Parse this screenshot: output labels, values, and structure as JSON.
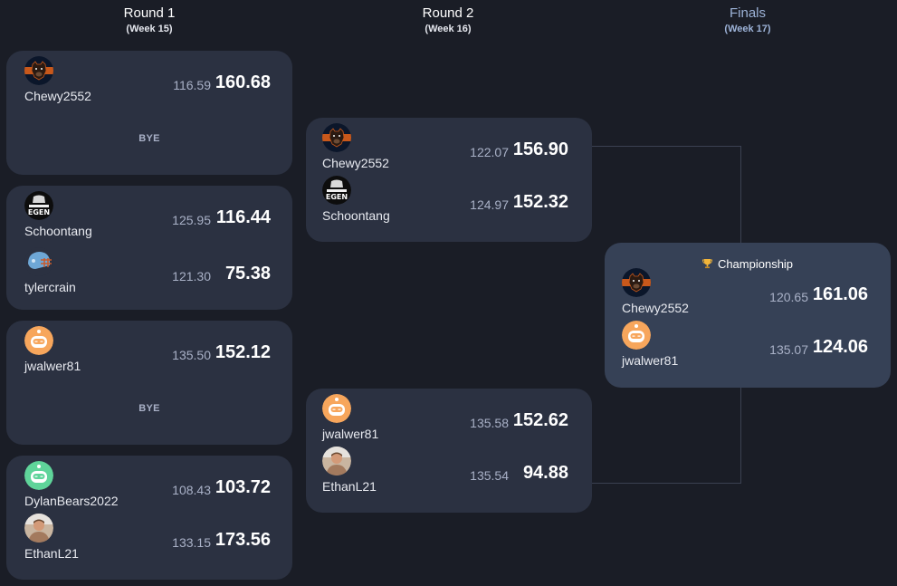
{
  "rounds": [
    {
      "title": "Round 1",
      "week": "(Week 15)"
    },
    {
      "title": "Round 2",
      "week": "(Week 16)"
    },
    {
      "title": "Finals",
      "week": "(Week 17)"
    }
  ],
  "bye_label": "BYE",
  "championship_label": "Championship",
  "round1": [
    {
      "top": {
        "name": "Chewy2552",
        "proj": "116.59",
        "score": "160.68",
        "avatar": "bears-logo-icon"
      }
    },
    {
      "top": {
        "name": "Schoontang",
        "proj": "125.95",
        "score": "116.44",
        "avatar": "legend-logo-icon"
      },
      "bottom": {
        "name": "tylercrain",
        "proj": "121.30",
        "score": "75.38",
        "avatar": "helmet-icon"
      }
    },
    {
      "top": {
        "name": "jwalwer81",
        "proj": "135.50",
        "score": "152.12",
        "avatar": "robot-orange-icon"
      }
    },
    {
      "top": {
        "name": "DylanBears2022",
        "proj": "108.43",
        "score": "103.72",
        "avatar": "robot-green-icon"
      },
      "bottom": {
        "name": "EthanL21",
        "proj": "133.15",
        "score": "173.56",
        "avatar": "person-photo-icon"
      }
    }
  ],
  "round2": [
    {
      "top": {
        "name": "Chewy2552",
        "proj": "122.07",
        "score": "156.90",
        "avatar": "bears-logo-icon"
      },
      "bottom": {
        "name": "Schoontang",
        "proj": "124.97",
        "score": "152.32",
        "avatar": "legend-logo-icon"
      }
    },
    {
      "top": {
        "name": "jwalwer81",
        "proj": "135.58",
        "score": "152.62",
        "avatar": "robot-orange-icon"
      },
      "bottom": {
        "name": "EthanL21",
        "proj": "135.54",
        "score": "94.88",
        "avatar": "person-photo-icon"
      }
    }
  ],
  "finals": {
    "top": {
      "name": "Chewy2552",
      "proj": "120.65",
      "score": "161.06",
      "avatar": "bears-logo-icon"
    },
    "bottom": {
      "name": "jwalwer81",
      "proj": "135.07",
      "score": "124.06",
      "avatar": "robot-orange-icon"
    }
  },
  "colors": {
    "background": "#1a1d26",
    "card": "#2b3141",
    "champ_card": "#364156",
    "finals_header": "#9db3d8"
  }
}
